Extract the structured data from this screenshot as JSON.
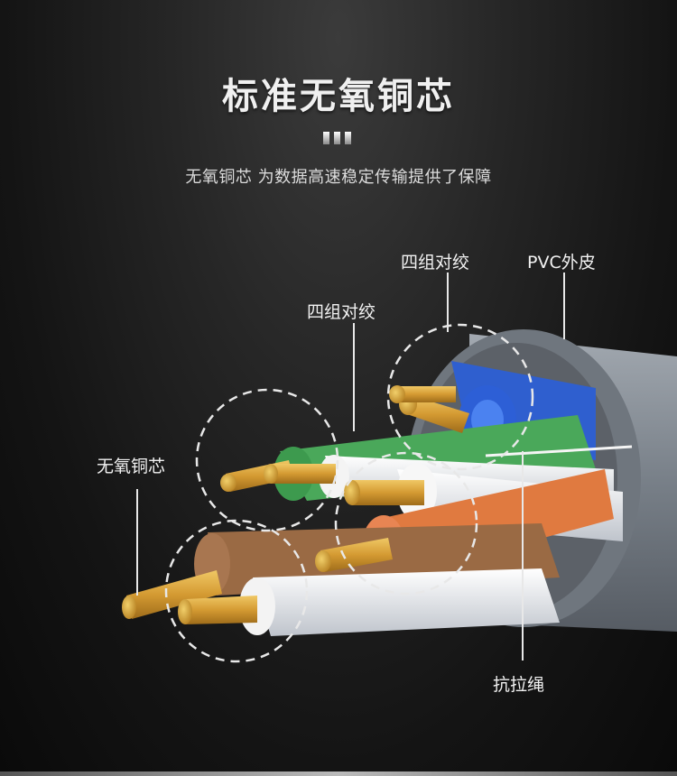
{
  "heading": {
    "title": "标准无氧铜芯",
    "subtitle": "无氧铜芯 为数据高速稳定传输提供了保障"
  },
  "callouts": {
    "twisted_pairs_top": "四组对绞",
    "pvc_jacket": "PVC外皮",
    "twisted_pairs_left": "四组对绞",
    "copper_core": "无氧铜芯",
    "ripcord": "抗拉绳"
  },
  "colors": {
    "copper": "#d6a23c",
    "green_pair": "#4aa85a",
    "blue_pair": "#3366cc",
    "brown_pair": "#9a6a44",
    "orange_pair": "#e07a40",
    "jacket": "#8a9199"
  }
}
